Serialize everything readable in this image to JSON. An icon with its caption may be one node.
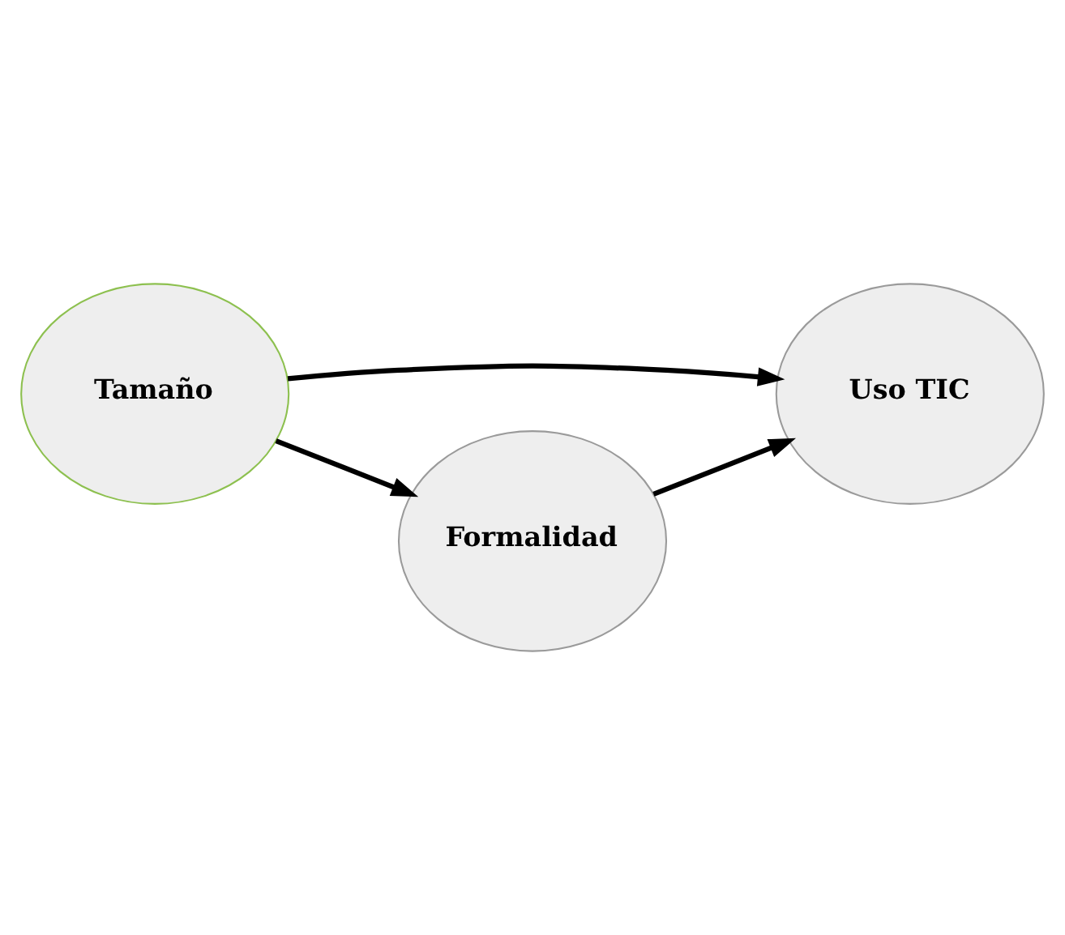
{
  "diagram": {
    "nodes": [
      {
        "text": [
          "Tamaño"
        ]
      },
      {
        "text": [
          "Uso TIC"
        ]
      },
      {
        "text": [
          "Formalidad"
        ]
      }
    ],
    "edges": [
      {
        "from": 0,
        "to": 1,
        "arrow": "to"
      },
      {
        "from": 0,
        "to": 2,
        "arrow": "to"
      },
      {
        "from": 2,
        "to": 1,
        "arrow": "to"
      }
    ]
  }
}
